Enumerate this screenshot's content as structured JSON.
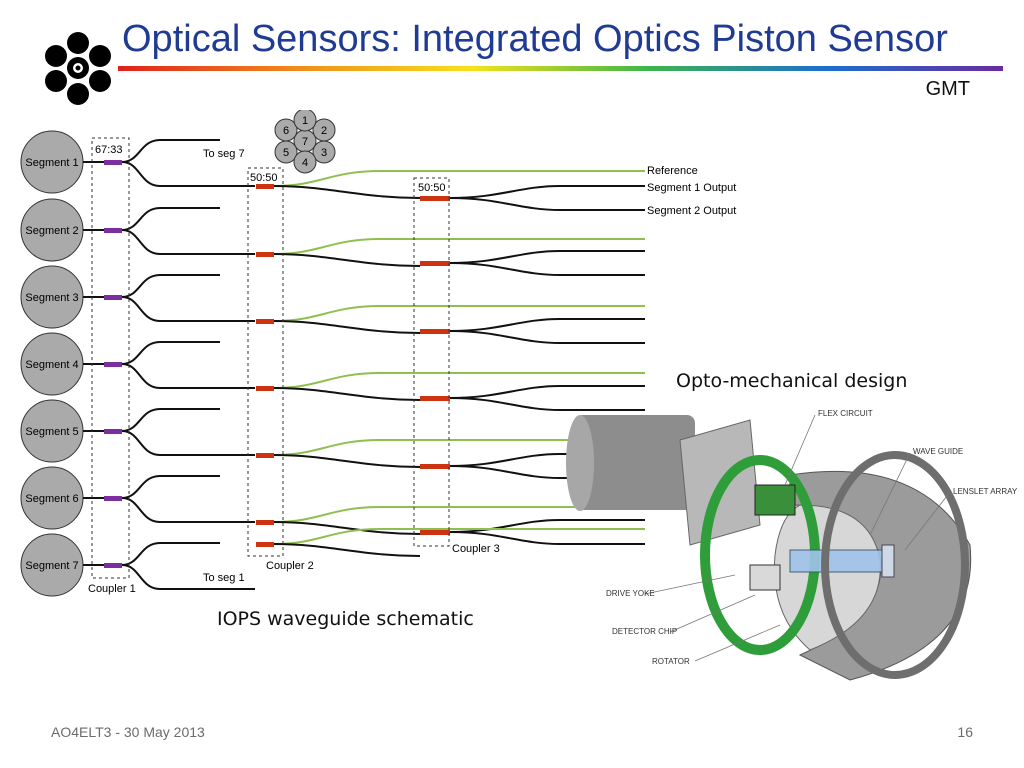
{
  "slide": {
    "title": "Optical Sensors: Integrated Optics Piston Sensor",
    "org_label": "GMT",
    "footer_left": "AO4ELT3 - 30 May 2013",
    "page_number": "16"
  },
  "schematic": {
    "caption": "IOPS waveguide schematic",
    "segments": [
      "Segment 1",
      "Segment 2",
      "Segment 3",
      "Segment 4",
      "Segment 5",
      "Segment 6",
      "Segment 7"
    ],
    "coupler1": {
      "ratio": "67:33",
      "label": "Coupler 1"
    },
    "coupler2": {
      "ratio": "50:50",
      "label": "Coupler 2"
    },
    "coupler3": {
      "ratio": "50:50",
      "label": "Coupler 3"
    },
    "to_seg7": "To seg 7",
    "to_seg1": "To seg 1",
    "outputs": {
      "reference": "Reference",
      "segment1_output": "Segment 1 Output",
      "segment2_output": "Segment 2 Output"
    },
    "mirror_layout": {
      "outer": [
        "1",
        "2",
        "3",
        "4",
        "5",
        "6"
      ],
      "center": "7"
    },
    "colors": {
      "coupler1": "#7b2f9e",
      "coupler": "#cc3311",
      "reference_line": "#8fc04f",
      "waveguide": "#111111"
    }
  },
  "opto": {
    "caption": "Opto-mechanical design",
    "callouts": {
      "flex_circuit": "FLEX CIRCUIT",
      "wave_guide": "WAVE GUIDE",
      "lenslet_array": "LENSLET ARRAY",
      "drive_yoke": "DRIVE YOKE",
      "detector_chip": "DETECTOR CHIP",
      "rotator": "ROTATOR"
    }
  }
}
